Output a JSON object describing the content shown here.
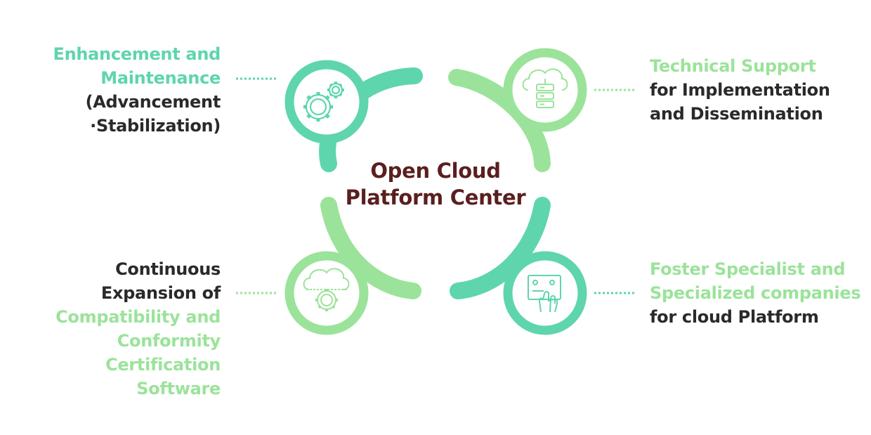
{
  "colors": {
    "teal": "#5ed5ad",
    "light_green": "#9be39a",
    "dark_text": "#2a2a2a",
    "title_text": "#5a1f1f"
  },
  "center": {
    "line1": "Open Cloud",
    "line2": "Platform Center"
  },
  "items": [
    {
      "id": "top-left",
      "icon": "gears-icon",
      "lines": [
        {
          "text": "Enhancement and",
          "tone": "teal"
        },
        {
          "text": "Maintenance",
          "tone": "teal"
        },
        {
          "text": "(Advancement",
          "tone": "dark"
        },
        {
          "text": "·Stabilization)",
          "tone": "dark"
        }
      ]
    },
    {
      "id": "top-right",
      "icon": "cloud-server-icon",
      "lines": [
        {
          "text": "Technical Support",
          "tone": "light"
        },
        {
          "text": "for Implementation",
          "tone": "dark"
        },
        {
          "text": "and Dissemination",
          "tone": "dark"
        }
      ]
    },
    {
      "id": "bottom-left",
      "icon": "cloud-gear-icon",
      "lines": [
        {
          "text": "Continuous",
          "tone": "dark"
        },
        {
          "text": "Expansion of",
          "tone": "dark"
        },
        {
          "text": "Compatibility and",
          "tone": "light"
        },
        {
          "text": "Conformity",
          "tone": "light"
        },
        {
          "text": "Certification",
          "tone": "light"
        },
        {
          "text": "Software",
          "tone": "light"
        }
      ]
    },
    {
      "id": "bottom-right",
      "icon": "touchscreen-hand-icon",
      "lines": [
        {
          "text": "Foster Specialist and",
          "tone": "light"
        },
        {
          "text": "Specialized companies",
          "tone": "light"
        },
        {
          "text": "for cloud Platform",
          "tone": "dark"
        }
      ]
    }
  ]
}
